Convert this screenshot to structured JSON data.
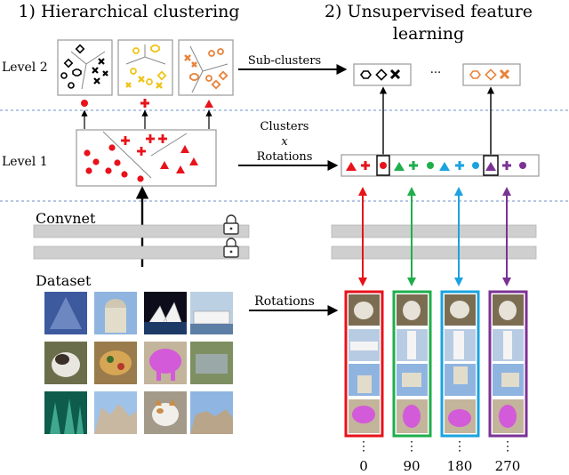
{
  "headings": {
    "left": "1) Hierarchical clustering",
    "right_line1": "2) Unsupervised feature",
    "right_line2": "learning"
  },
  "levels": {
    "level2": "Level 2",
    "level1": "Level 1"
  },
  "arrows": {
    "subclusters": "Sub-clusters",
    "clusters": "Clusters",
    "times": "x",
    "rotations_top": "Rotations",
    "rotations_bottom": "Rotations"
  },
  "labels": {
    "convnet": "Convnet",
    "dataset": "Dataset",
    "ellipsis": "...",
    "vdots": "⋮"
  },
  "angles": [
    "0",
    "90",
    "180",
    "270"
  ],
  "colors": {
    "red": "#e8121a",
    "green": "#1fae4b",
    "blue": "#1aa3df",
    "purple": "#7b3294",
    "yellow": "#f0c419",
    "orange": "#e8833a",
    "divider": "#6f8fcf",
    "bar": "#cfcfcf"
  },
  "icons": [
    "lock-icon",
    "image-tile"
  ]
}
